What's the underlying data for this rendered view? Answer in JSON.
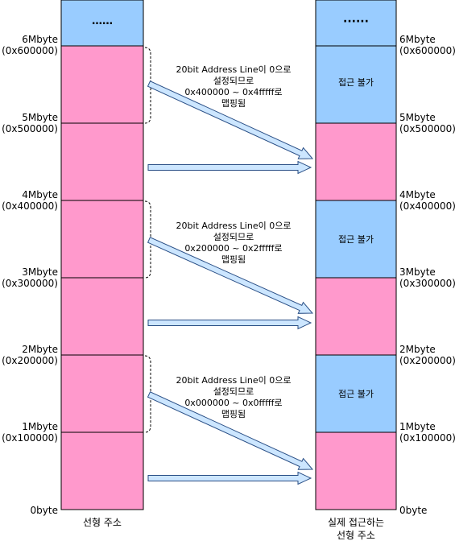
{
  "left_column": {
    "caption": "선형 주소",
    "top_dots": "……"
  },
  "right_column": {
    "caption_line1": "실제 접근하는",
    "caption_line2": "선형 주소",
    "top_dots": "······",
    "blocked_label": "접근 불가"
  },
  "address_labels": [
    {
      "size": "6Mbyte",
      "hex": "(0x600000)"
    },
    {
      "size": "5Mbyte",
      "hex": "(0x500000)"
    },
    {
      "size": "4Mbyte",
      "hex": "(0x400000)"
    },
    {
      "size": "3Mbyte",
      "hex": "(0x300000)"
    },
    {
      "size": "2Mbyte",
      "hex": "(0x200000)"
    },
    {
      "size": "1Mbyte",
      "hex": "(0x100000)"
    },
    {
      "size": "0byte",
      "hex": ""
    }
  ],
  "notes": [
    {
      "line1": "20bit Address Line이 0으로",
      "line2": "설정되므로",
      "line3": "0x400000 ~ 0x4fffff로",
      "line4": "맵핑됨"
    },
    {
      "line1": "20bit Address Line이 0으로",
      "line2": "설정되므로",
      "line3": "0x200000 ~ 0x2fffff로",
      "line4": "맵핑됨"
    },
    {
      "line1": "20bit Address Line이 0으로",
      "line2": "설정되므로",
      "line3": "0x000000 ~ 0x0fffff로",
      "line4": "맵핑됨"
    }
  ],
  "colors": {
    "pink": "#ff99cc",
    "blue": "#99ccff",
    "arrow_fill": "#cce6ff",
    "arrow_stroke": "#2a4f86",
    "border": "#000000"
  }
}
